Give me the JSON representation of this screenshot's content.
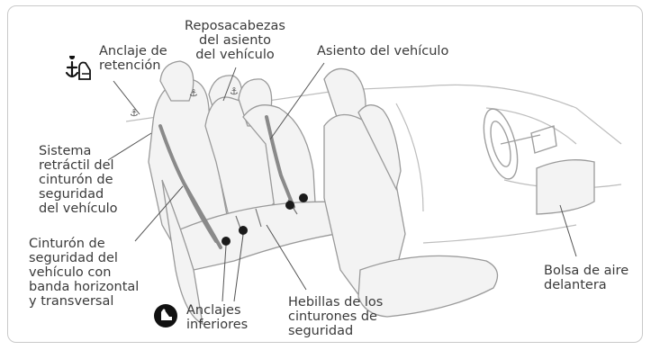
{
  "labels": {
    "tether_anchor": "Anclaje de\nretención",
    "headrests": "Reposacabezas\ndel asiento\ndel vehículo",
    "vehicle_seat": "Asiento del vehículo",
    "retractor": "Sistema\nretráctil del\ncinturón de\nseguridad\ndel vehículo",
    "lap_shoulder_belt": "Cinturón de\nseguridad del\nvehículo con\nbanda horizontal\ny transversal",
    "lower_anchors": "Anclajes\ninferiores",
    "buckles": "Hebillas de los\ncinturones de\nseguridad",
    "front_airbag": "Bolsa de aire\ndelantera"
  },
  "icons": {
    "tether": "child-seat-tether-icon",
    "lower": "lower-anchor-icon"
  },
  "colors": {
    "text": "#3a3a3a",
    "line": "#555555",
    "seat_fill": "#f3f3f3",
    "seat_stroke": "#9a9a9a",
    "belt": "#8a8a8a",
    "frame": "#c9c9c9"
  }
}
